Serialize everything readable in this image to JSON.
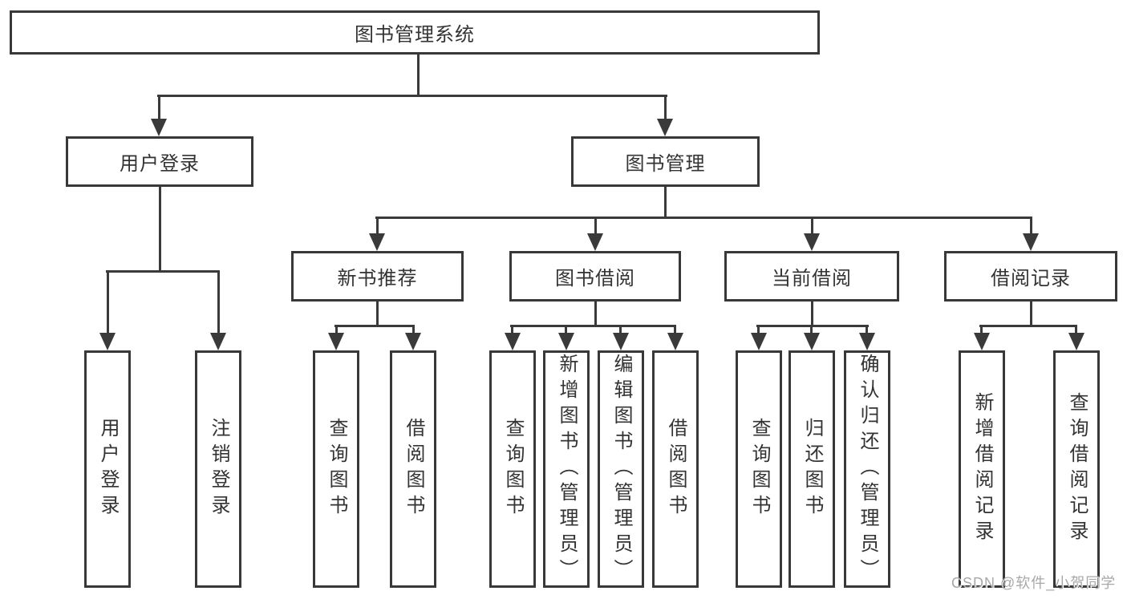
{
  "tree": {
    "label": "图书管理系统",
    "children": [
      {
        "label": "用户登录",
        "children": [
          {
            "label": "用户登录"
          },
          {
            "label": "注销登录"
          }
        ]
      },
      {
        "label": "图书管理",
        "children": [
          {
            "label": "新书推荐",
            "children": [
              {
                "label": "查询图书"
              },
              {
                "label": "借阅图书"
              }
            ]
          },
          {
            "label": "图书借阅",
            "children": [
              {
                "label": "查询图书"
              },
              {
                "label": "新增图书（管理员）"
              },
              {
                "label": "编辑图书（管理员）"
              },
              {
                "label": "借阅图书"
              }
            ]
          },
          {
            "label": "当前借阅",
            "children": [
              {
                "label": "查询图书"
              },
              {
                "label": "归还图书"
              },
              {
                "label": "确认归还（管理员）"
              }
            ]
          },
          {
            "label": "借阅记录",
            "children": [
              {
                "label": "新增借阅记录"
              },
              {
                "label": "查询借阅记录"
              }
            ]
          }
        ]
      }
    ]
  },
  "watermark": "CSDN @软件_小贺同学",
  "colors": {
    "line": "#3a3a3a",
    "box_border": "#383838",
    "text": "#333333",
    "watermark": "#a8a8a8",
    "background": "#ffffff"
  }
}
